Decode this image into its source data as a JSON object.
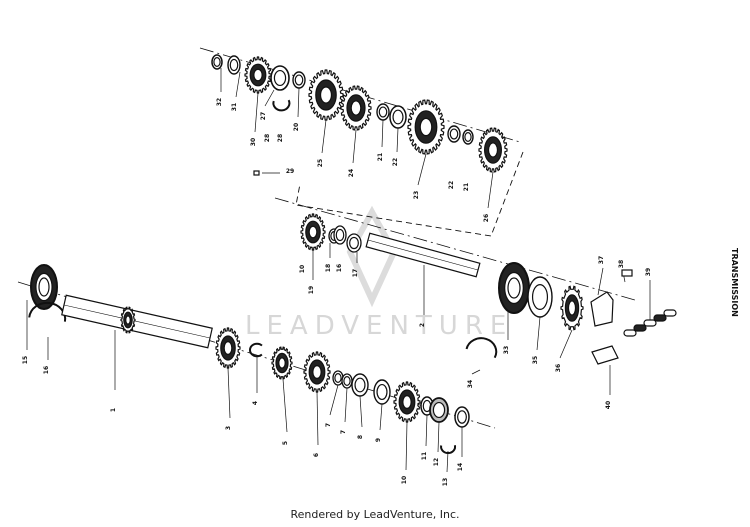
{
  "side_title": "TRANSMISSION",
  "watermark": "LEADVENTURE",
  "footer": "Rendered by LeadVenture, Inc.",
  "callouts": [
    "1",
    "2",
    "3",
    "4",
    "5",
    "6",
    "7",
    "8",
    "9",
    "10",
    "11",
    "12",
    "13",
    "14",
    "15",
    "16",
    "17",
    "18",
    "19",
    "20",
    "21",
    "22",
    "23",
    "24",
    "25",
    "26",
    "27",
    "28",
    "29",
    "30",
    "31",
    "32",
    "33",
    "34",
    "35",
    "36",
    "37",
    "38",
    "39",
    "40"
  ]
}
